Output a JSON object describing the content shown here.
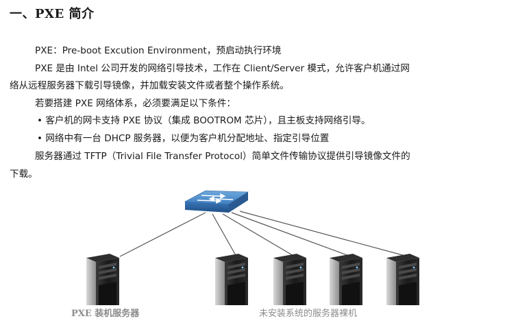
{
  "heading": "一、PXE 简介",
  "paragraphs": {
    "p1": "PXE：Pre-boot Excution Environment，预启动执行环境",
    "p2_line1": "PXE 是由 Intel 公司开发的网络引导技术，工作在 Client/Server 模式，允许客户机通过网",
    "p2_line2": "络从远程服务器下载引导镜像，并加载安装文件或者整个操作系统。",
    "p3": "若要搭建 PXE 网络体系，必须要满足以下条件：",
    "bullet1": "• 客户机的网卡支持 PXE 协议（集成 BOOTROM 芯片），且主板支持网络引导。",
    "bullet2": "• 网络中有一台 DHCP 服务器，以便为客户机分配地址、指定引导位置",
    "p4_line1": "服务器通过 TFTP（Trivial File Transfer Protocol）简单文件传输协议提供引导镜像文件的",
    "p4_line2": "下载。"
  },
  "diagram": {
    "caption_server": "PXE  装机服务器",
    "caption_clients": "未安装系统的服务器裸机",
    "switch_icon": "network-switch-icon",
    "server_icon": "server-tower-icon",
    "colors": {
      "switch_blue": "#3d7fc2",
      "server_dark": "#1c1c1c",
      "line": "#555555",
      "caption": "#8c8c8c"
    }
  }
}
